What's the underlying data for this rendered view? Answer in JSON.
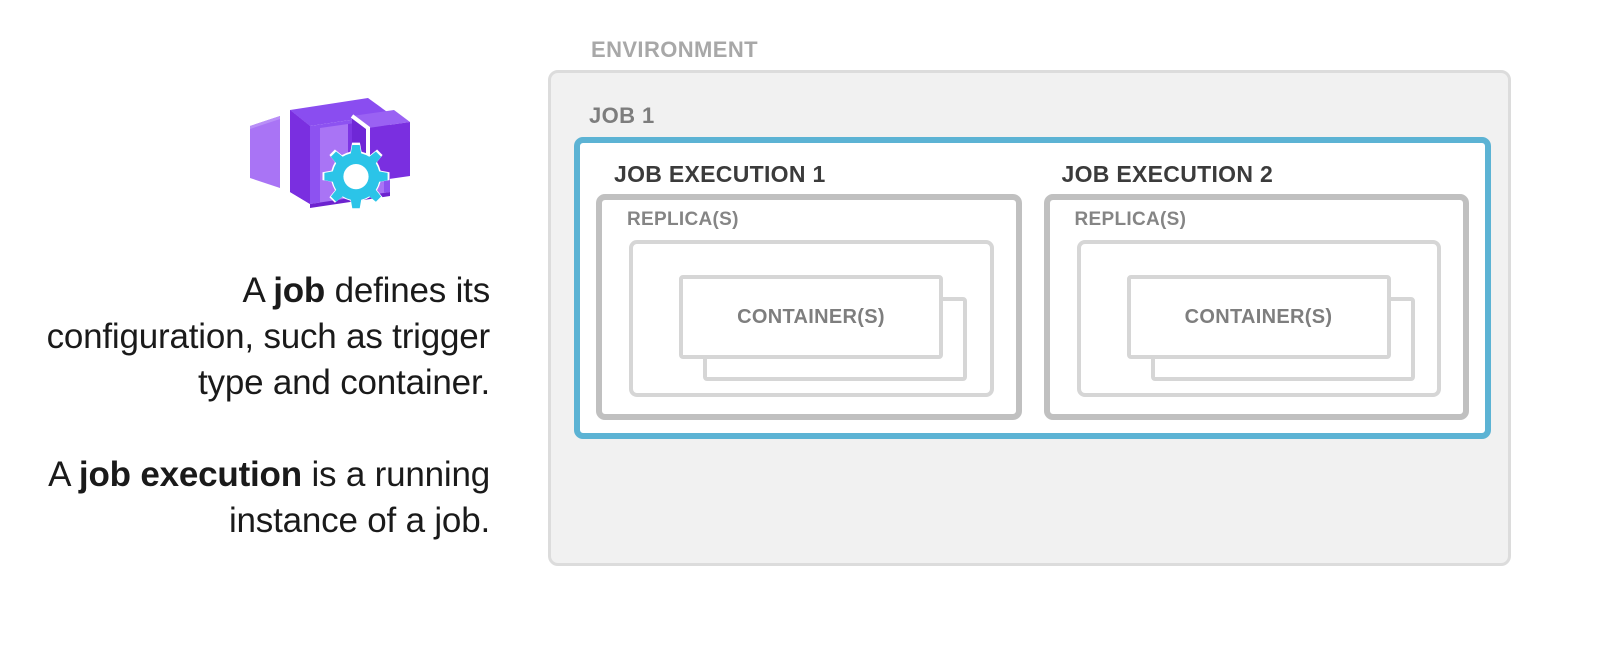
{
  "colors": {
    "accent_cyan": "#5cb3d4",
    "gear_cyan": "#2bc4e8",
    "icon_purple_dark": "#7a2fe0",
    "icon_purple_mid": "#8a4df0",
    "icon_purple_light": "#a974f5",
    "env_fill": "#f1f1f1",
    "env_border": "#dcdcdc",
    "replica_border": "#c0c0c0",
    "inner_border": "#d6d6d6",
    "label_env": "#a8a8a8",
    "label_job": "#7d7d7d",
    "label_exec": "#3b3b3b",
    "label_replica": "#858585",
    "label_container": "#7e7e7e",
    "body_text": "#1a1a1a"
  },
  "left": {
    "icon_name": "azure-container-apps-jobs-icon",
    "captions": [
      {
        "id": "job-definition",
        "segments": [
          {
            "text": "A ",
            "bold": false
          },
          {
            "text": "job",
            "bold": true
          },
          {
            "text": " defines its configuration, such as trigger type and container.",
            "bold": false
          }
        ]
      },
      {
        "id": "job-execution-definition",
        "segments": [
          {
            "text": "A ",
            "bold": false
          },
          {
            "text": "job execution",
            "bold": true
          },
          {
            "text": " is a running instance of a job.",
            "bold": false
          }
        ]
      }
    ]
  },
  "diagram": {
    "environment_label": "ENVIRONMENT",
    "job_label": "JOB 1",
    "executions": [
      {
        "exec_label": "JOB EXECUTION 1",
        "replica_label": "REPLICA(S)",
        "container_label": "CONTAINER(S)"
      },
      {
        "exec_label": "JOB EXECUTION 2",
        "replica_label": "REPLICA(S)",
        "container_label": "CONTAINER(S)"
      }
    ]
  }
}
